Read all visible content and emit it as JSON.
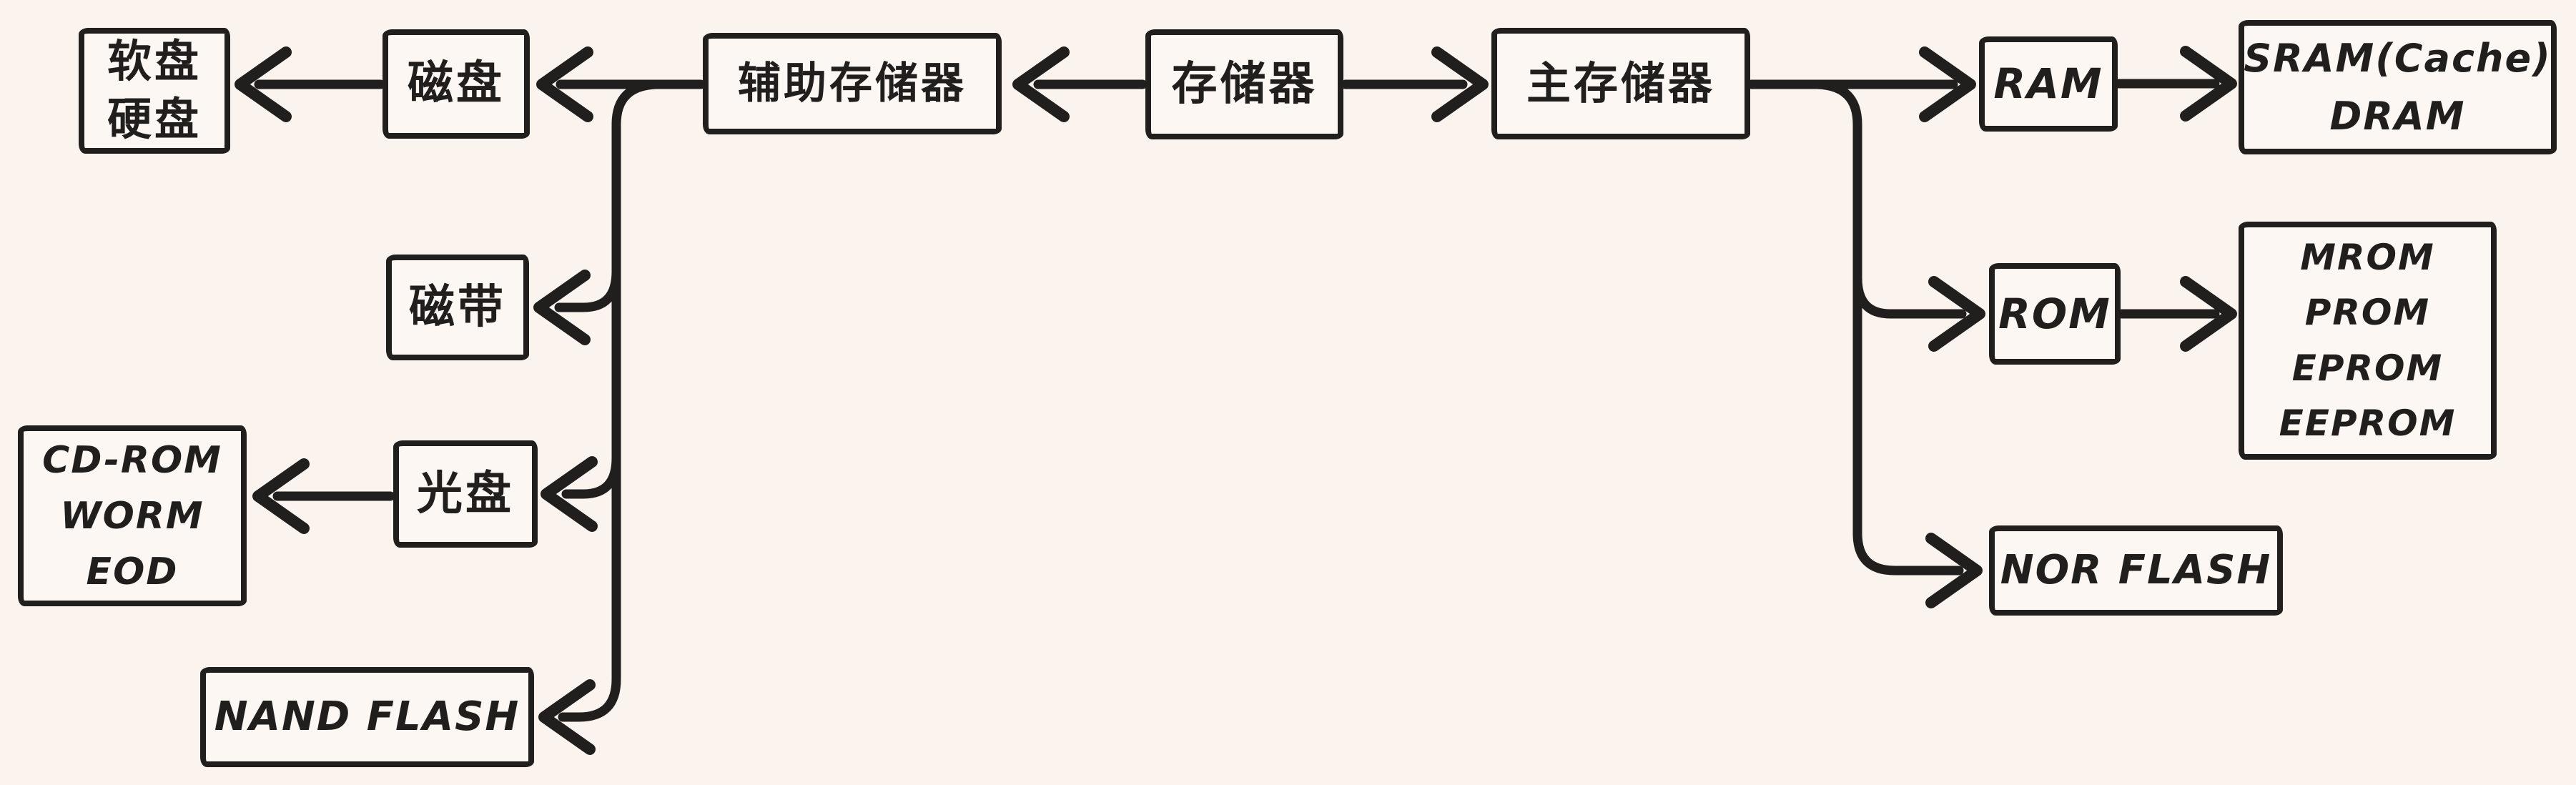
{
  "colors": {
    "background": "#faf3ee",
    "ink": "#211e1e"
  },
  "nodes": {
    "storage": {
      "label": "存储器"
    },
    "aux_storage": {
      "label": "辅助存储器"
    },
    "main_memory": {
      "label": "主存储器"
    },
    "disk": {
      "label": "磁盘"
    },
    "floppy_hard": {
      "label": "软盘\n硬盘"
    },
    "tape": {
      "label": "磁带"
    },
    "optical_disc": {
      "label": "光盘"
    },
    "optical_types": {
      "label": "CD-ROM\nWORM\nEOD"
    },
    "nand_flash": {
      "label": "NAND FLASH"
    },
    "ram": {
      "label": "RAM"
    },
    "ram_types": {
      "label": "SRAM(Cache)\nDRAM"
    },
    "rom": {
      "label": "ROM"
    },
    "rom_types": {
      "label": "MROM\nPROM\nEPROM\nEEPROM"
    },
    "nor_flash": {
      "label": "NOR FLASH"
    }
  },
  "edges": [
    {
      "from": "存储器",
      "to": "辅助存储器"
    },
    {
      "from": "存储器",
      "to": "主存储器"
    },
    {
      "from": "辅助存储器",
      "to": "磁盘"
    },
    {
      "from": "磁盘",
      "to": "软盘 硬盘"
    },
    {
      "from": "辅助存储器",
      "to": "磁带"
    },
    {
      "from": "辅助存储器",
      "to": "光盘"
    },
    {
      "from": "光盘",
      "to": "CD-ROM WORM EOD"
    },
    {
      "from": "辅助存储器",
      "to": "NAND FLASH"
    },
    {
      "from": "主存储器",
      "to": "RAM"
    },
    {
      "from": "RAM",
      "to": "SRAM(Cache) DRAM"
    },
    {
      "from": "主存储器",
      "to": "ROM"
    },
    {
      "from": "ROM",
      "to": "MROM PROM EPROM EEPROM"
    },
    {
      "from": "主存储器",
      "to": "NOR FLASH"
    }
  ]
}
